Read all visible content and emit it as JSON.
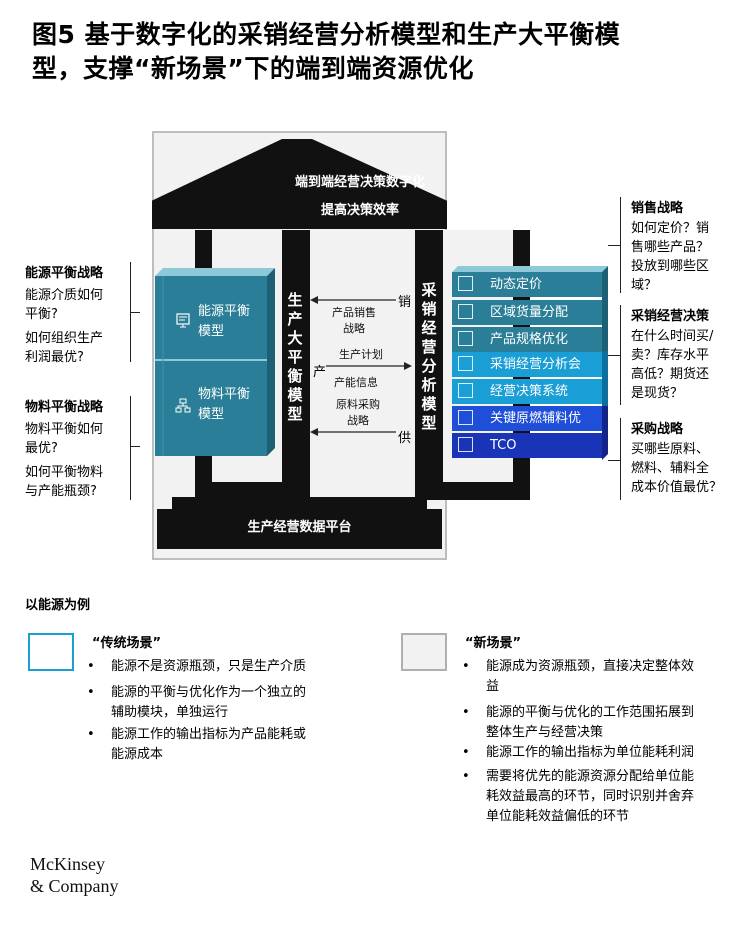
{
  "title": "图5 基于数字化的采销经营分析模型和生产大平衡模型，支撑“新场景”下的端到端资源优化",
  "title_line1": "图5  基于数字化的采销经营分析模型和生产大平衡模",
  "title_line2": "型，支撑“新场景”下的端到端资源优化",
  "roof": {
    "line1": "端到端经营决策数字化",
    "line2": "提高决策效率"
  },
  "base": "生产经营数据平台",
  "left_pillar": "生产大平衡模型",
  "right_pillar": "采销经营分析模型",
  "left_boxes": [
    {
      "label_l1": "能源平衡",
      "label_l2": "模型",
      "icon": "monitor-icon"
    },
    {
      "label_l1": "物料平衡",
      "label_l2": "模型",
      "icon": "org-chart-icon"
    }
  ],
  "middle": {
    "char_top": "销",
    "char_mid": "产",
    "char_bot": "供",
    "top_l1": "产品销售",
    "top_l2": "战略",
    "mid1": "生产计划",
    "mid2": "产能信息",
    "bot_l1": "原料采购",
    "bot_l2": "战略"
  },
  "right_bars": [
    {
      "label": "动态定价",
      "color": "#2b7e97",
      "icon": "chart-icon"
    },
    {
      "label": "区域货量分配",
      "color": "#2b7e97",
      "icon": "clock-icon"
    },
    {
      "label": "产品规格优化",
      "color": "#2b7e97",
      "icon": "grid-icon"
    },
    {
      "label": "采销经营分析会",
      "color": "#1a9ed6",
      "icon": "meeting-icon"
    },
    {
      "label": "经营决策系统",
      "color": "#1a9ed6",
      "icon": "person-icon"
    },
    {
      "label": "关键原燃辅料优",
      "color": "#1f4fd8",
      "icon": "trend-icon"
    },
    {
      "label": "TCO",
      "color": "#1a34b8",
      "icon": "doc-icon"
    }
  ],
  "left_notes": [
    {
      "heading": "能源平衡战略",
      "q1_l1": "能源介质如何",
      "q1_l2": "平衡?",
      "q2_l1": "如何组织生产",
      "q2_l2": "利润最优?"
    },
    {
      "heading": "物料平衡战略",
      "q1_l1": "物料平衡如何",
      "q1_l2": "最优?",
      "q2_l1": "如何平衡物料",
      "q2_l2": "与产能瓶颈?"
    }
  ],
  "right_notes": [
    {
      "heading": "销售战略",
      "l1": "如何定价？销",
      "l2": "售哪些产品？",
      "l3": "投放到哪些区",
      "l4": "域？"
    },
    {
      "heading": "采销经营决策",
      "l1": "在什么时间买/",
      "l2": "卖？库存水平",
      "l3": "高低？期货还",
      "l4": "是现货？"
    },
    {
      "heading": "采购战略",
      "l1": "买哪些原料、",
      "l2": "燃料、辅料全",
      "l3": "成本价值最优？",
      "l4": ""
    }
  ],
  "example_heading": "以能源为例",
  "legend": {
    "traditional": {
      "title": "“传统场景”",
      "border_color": "#1a9ed6",
      "b1": "能源不是资源瓶颈，只是生产介质",
      "b2_l1": "能源的平衡与优化作为一个独立的",
      "b2_l2": "辅助模块，单独运行",
      "b3_l1": "能源工作的输出指标为产品能耗或",
      "b3_l2": "能源成本"
    },
    "new": {
      "title": "“新场景”",
      "border_color": "#b0b0b0",
      "b1_l1": "能源成为资源瓶颈，直接决定整体效",
      "b1_l2": "益",
      "b2_l1": "能源的平衡与优化的工作范围拓展到",
      "b2_l2": "整体生产与经营决策",
      "b3": "能源工作的输出指标为单位能耗利润",
      "b4_l1": "需要将优先的能源资源分配给单位能",
      "b4_l2": "耗效益最高的环节，同时识别并舍弃",
      "b4_l3": "单位能耗效益偏低的环节"
    }
  },
  "logo": {
    "line1": "McKinsey",
    "line2": "& Company"
  }
}
